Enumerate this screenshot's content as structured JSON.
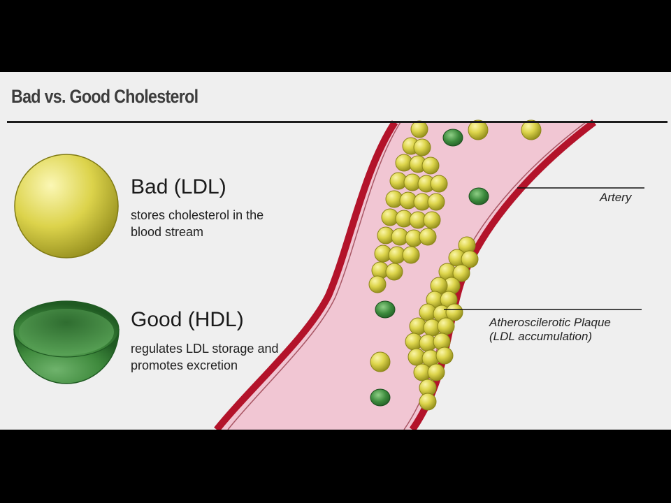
{
  "title": "Bad vs. Good Cholesterol",
  "bad": {
    "heading": "Bad (LDL)",
    "description_lines": [
      "stores cholesterol in the",
      "blood stream"
    ]
  },
  "good": {
    "heading": "Good (HDL)",
    "description_lines": [
      "regulates LDL storage and",
      "promotes excretion"
    ]
  },
  "callouts": {
    "artery": "Artery",
    "plaque_lines": [
      "Atheroscilerotic Plaque",
      "(LDL accumulation)"
    ]
  },
  "colors": {
    "ldl_yellow": "#d9d24a",
    "hdl_green": "#3f8f3f",
    "artery_wall": "#b3132a",
    "blood_pink": "#f1c6d3"
  }
}
